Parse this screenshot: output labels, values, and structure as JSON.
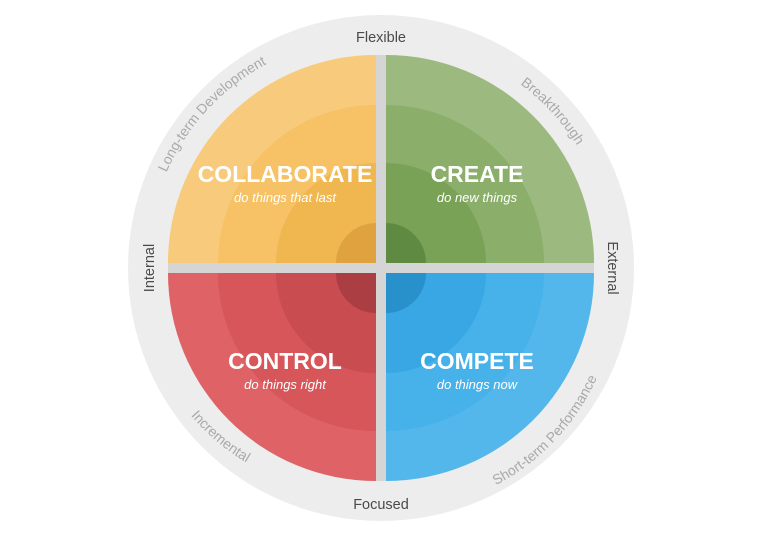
{
  "axes": {
    "top": "Flexible",
    "bottom": "Focused",
    "left": "Internal",
    "right": "External"
  },
  "arcs": {
    "top_left": "Long-term Development",
    "top_right": "Breakthrough",
    "bottom_left": "Incremental",
    "bottom_right": "Short-term Performance"
  },
  "quadrants": {
    "collaborate": {
      "title": "COLLABORATE",
      "subtitle": "do things that last",
      "color": "#f3b33d"
    },
    "create": {
      "title": "CREATE",
      "subtitle": "do new things",
      "color": "#6e9a45"
    },
    "control": {
      "title": "CONTROL",
      "subtitle": "do things right",
      "color": "#d9474c"
    },
    "compete": {
      "title": "COMPETE",
      "subtitle": "do things now",
      "color": "#2aa6e6"
    }
  },
  "colors": {
    "outer_ring": "#ededed",
    "divider": "#d5d5d5"
  }
}
